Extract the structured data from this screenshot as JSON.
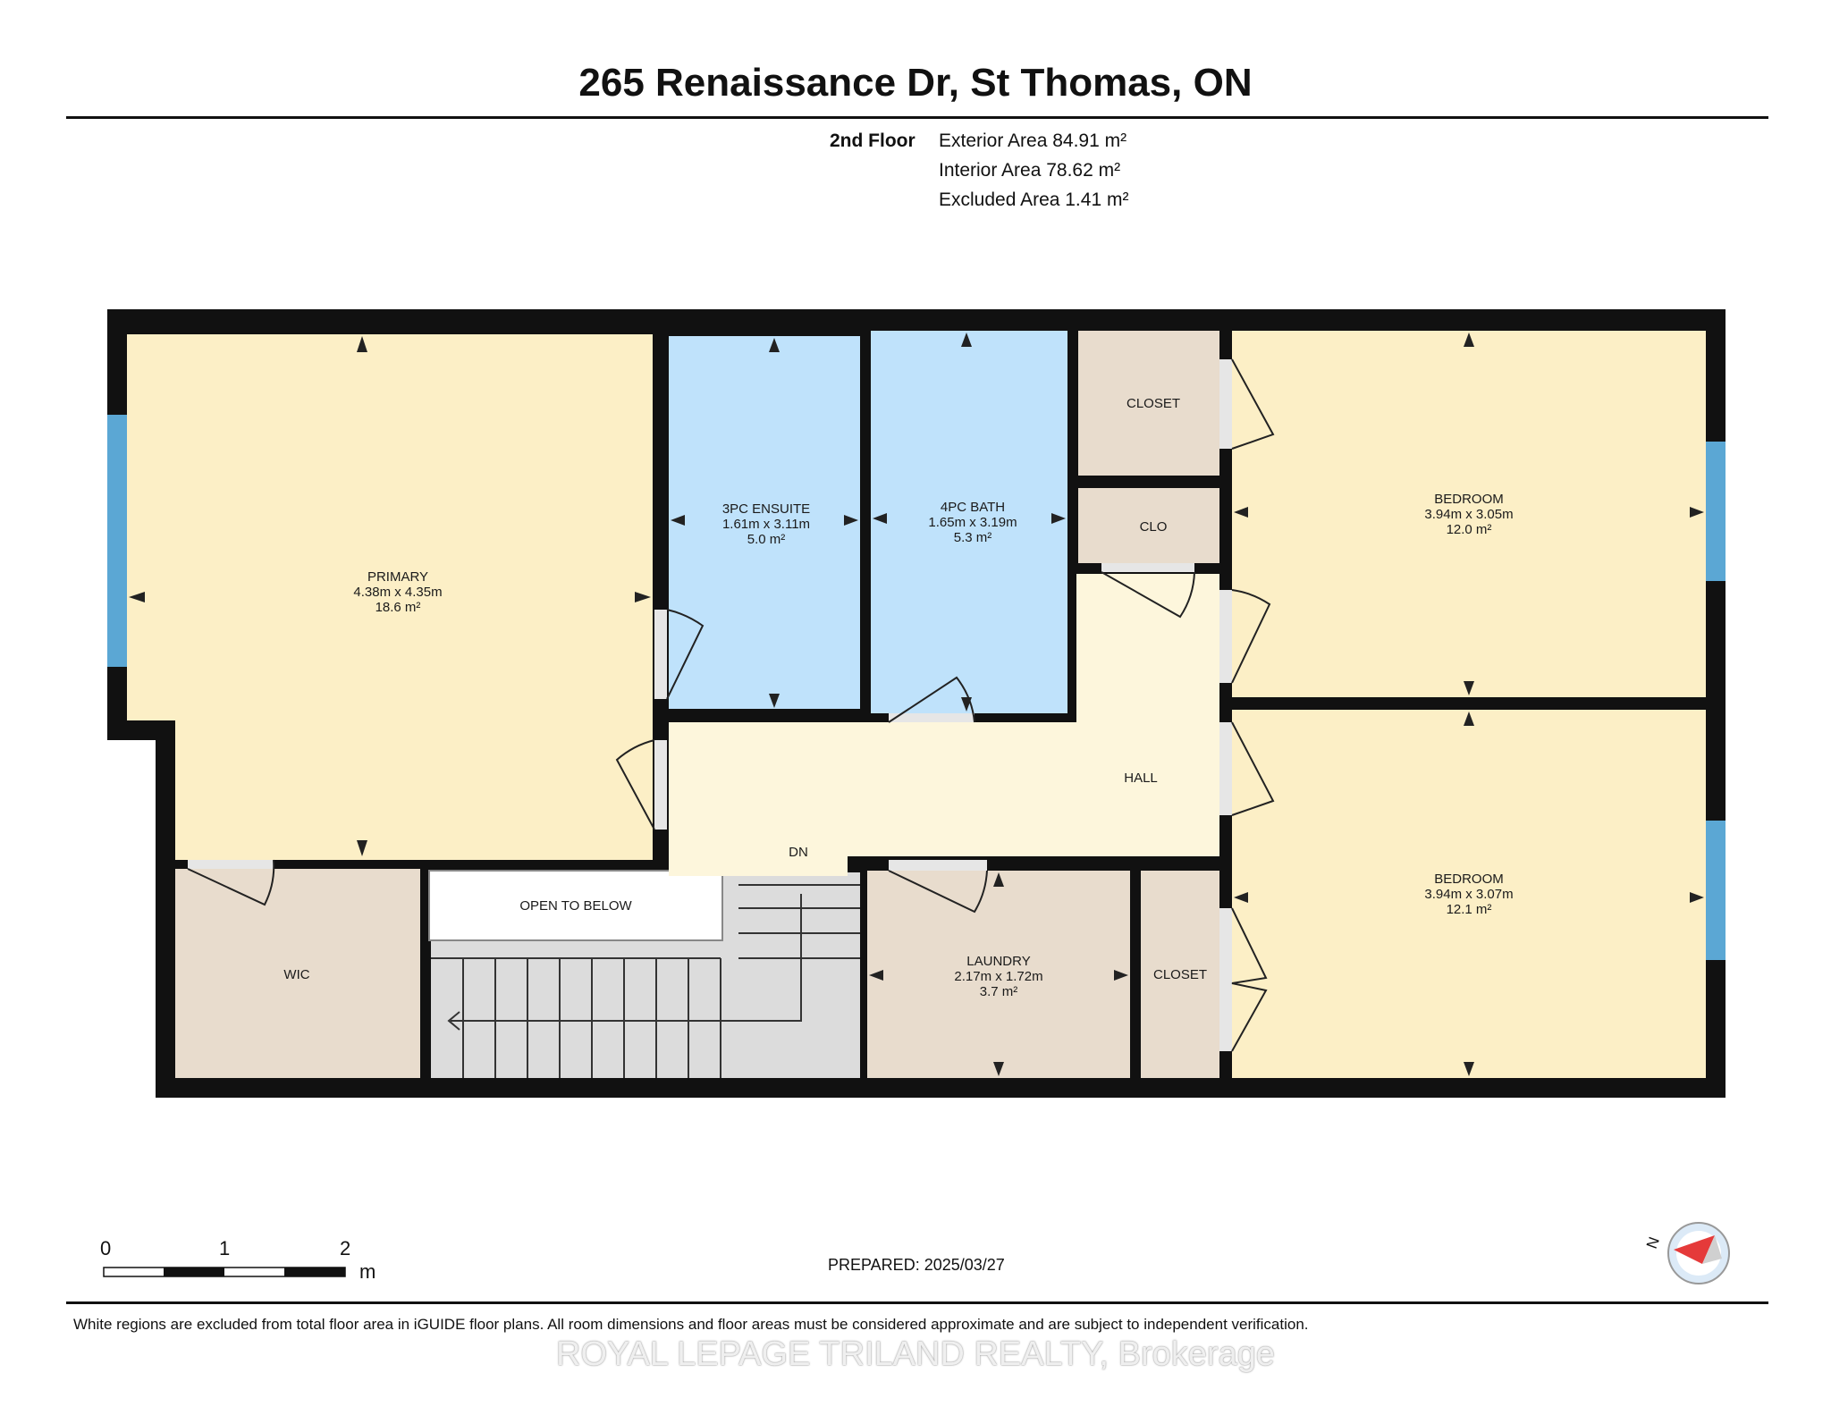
{
  "header": {
    "address": "265 Renaissance Dr, St Thomas, ON",
    "floor": "2nd Floor",
    "exterior_area": "Exterior Area 84.91 m²",
    "interior_area": "Interior Area 78.62 m²",
    "excluded_area": "Excluded Area 1.41 m²"
  },
  "rooms": {
    "primary": {
      "name": "PRIMARY",
      "dims": "4.38m x 4.35m",
      "area": "18.6 m²"
    },
    "ensuite": {
      "name": "3PC ENSUITE",
      "dims": "1.61m x 3.11m",
      "area": "5.0 m²"
    },
    "bath": {
      "name": "4PC BATH",
      "dims": "1.65m x 3.19m",
      "area": "5.3 m²"
    },
    "closet_top": {
      "name": "CLOSET"
    },
    "clo": {
      "name": "CLO"
    },
    "bedroom1": {
      "name": "BEDROOM",
      "dims": "3.94m x 3.05m",
      "area": "12.0 m²"
    },
    "hall": {
      "name": "HALL"
    },
    "bedroom2": {
      "name": "BEDROOM",
      "dims": "3.94m x 3.07m",
      "area": "12.1 m²"
    },
    "dn": {
      "name": "DN"
    },
    "open_below": {
      "name": "OPEN TO BELOW"
    },
    "wic": {
      "name": "WIC"
    },
    "laundry": {
      "name": "LAUNDRY",
      "dims": "2.17m x 1.72m",
      "area": "3.7 m²"
    },
    "closet_mid": {
      "name": "CLOSET"
    }
  },
  "colors": {
    "bedroom_fill": "#fcefc6",
    "bath_fill": "#bfe2fb",
    "closet_fill": "#e8dccd",
    "hall_fill": "#fdf6dc",
    "wall": "#111111",
    "window": "#5ba7d4"
  },
  "scale": {
    "labels": [
      "0",
      "1",
      "2"
    ],
    "unit": "m"
  },
  "prepared": "PREPARED: 2025/03/27",
  "compass": {
    "label": "N"
  },
  "footer_note": "White regions are excluded from total floor area in iGUIDE floor plans. All room dimensions and floor areas must be considered approximate and are subject to independent verification.",
  "watermark": "ROYAL LEPAGE TRILAND REALTY, Brokerage"
}
